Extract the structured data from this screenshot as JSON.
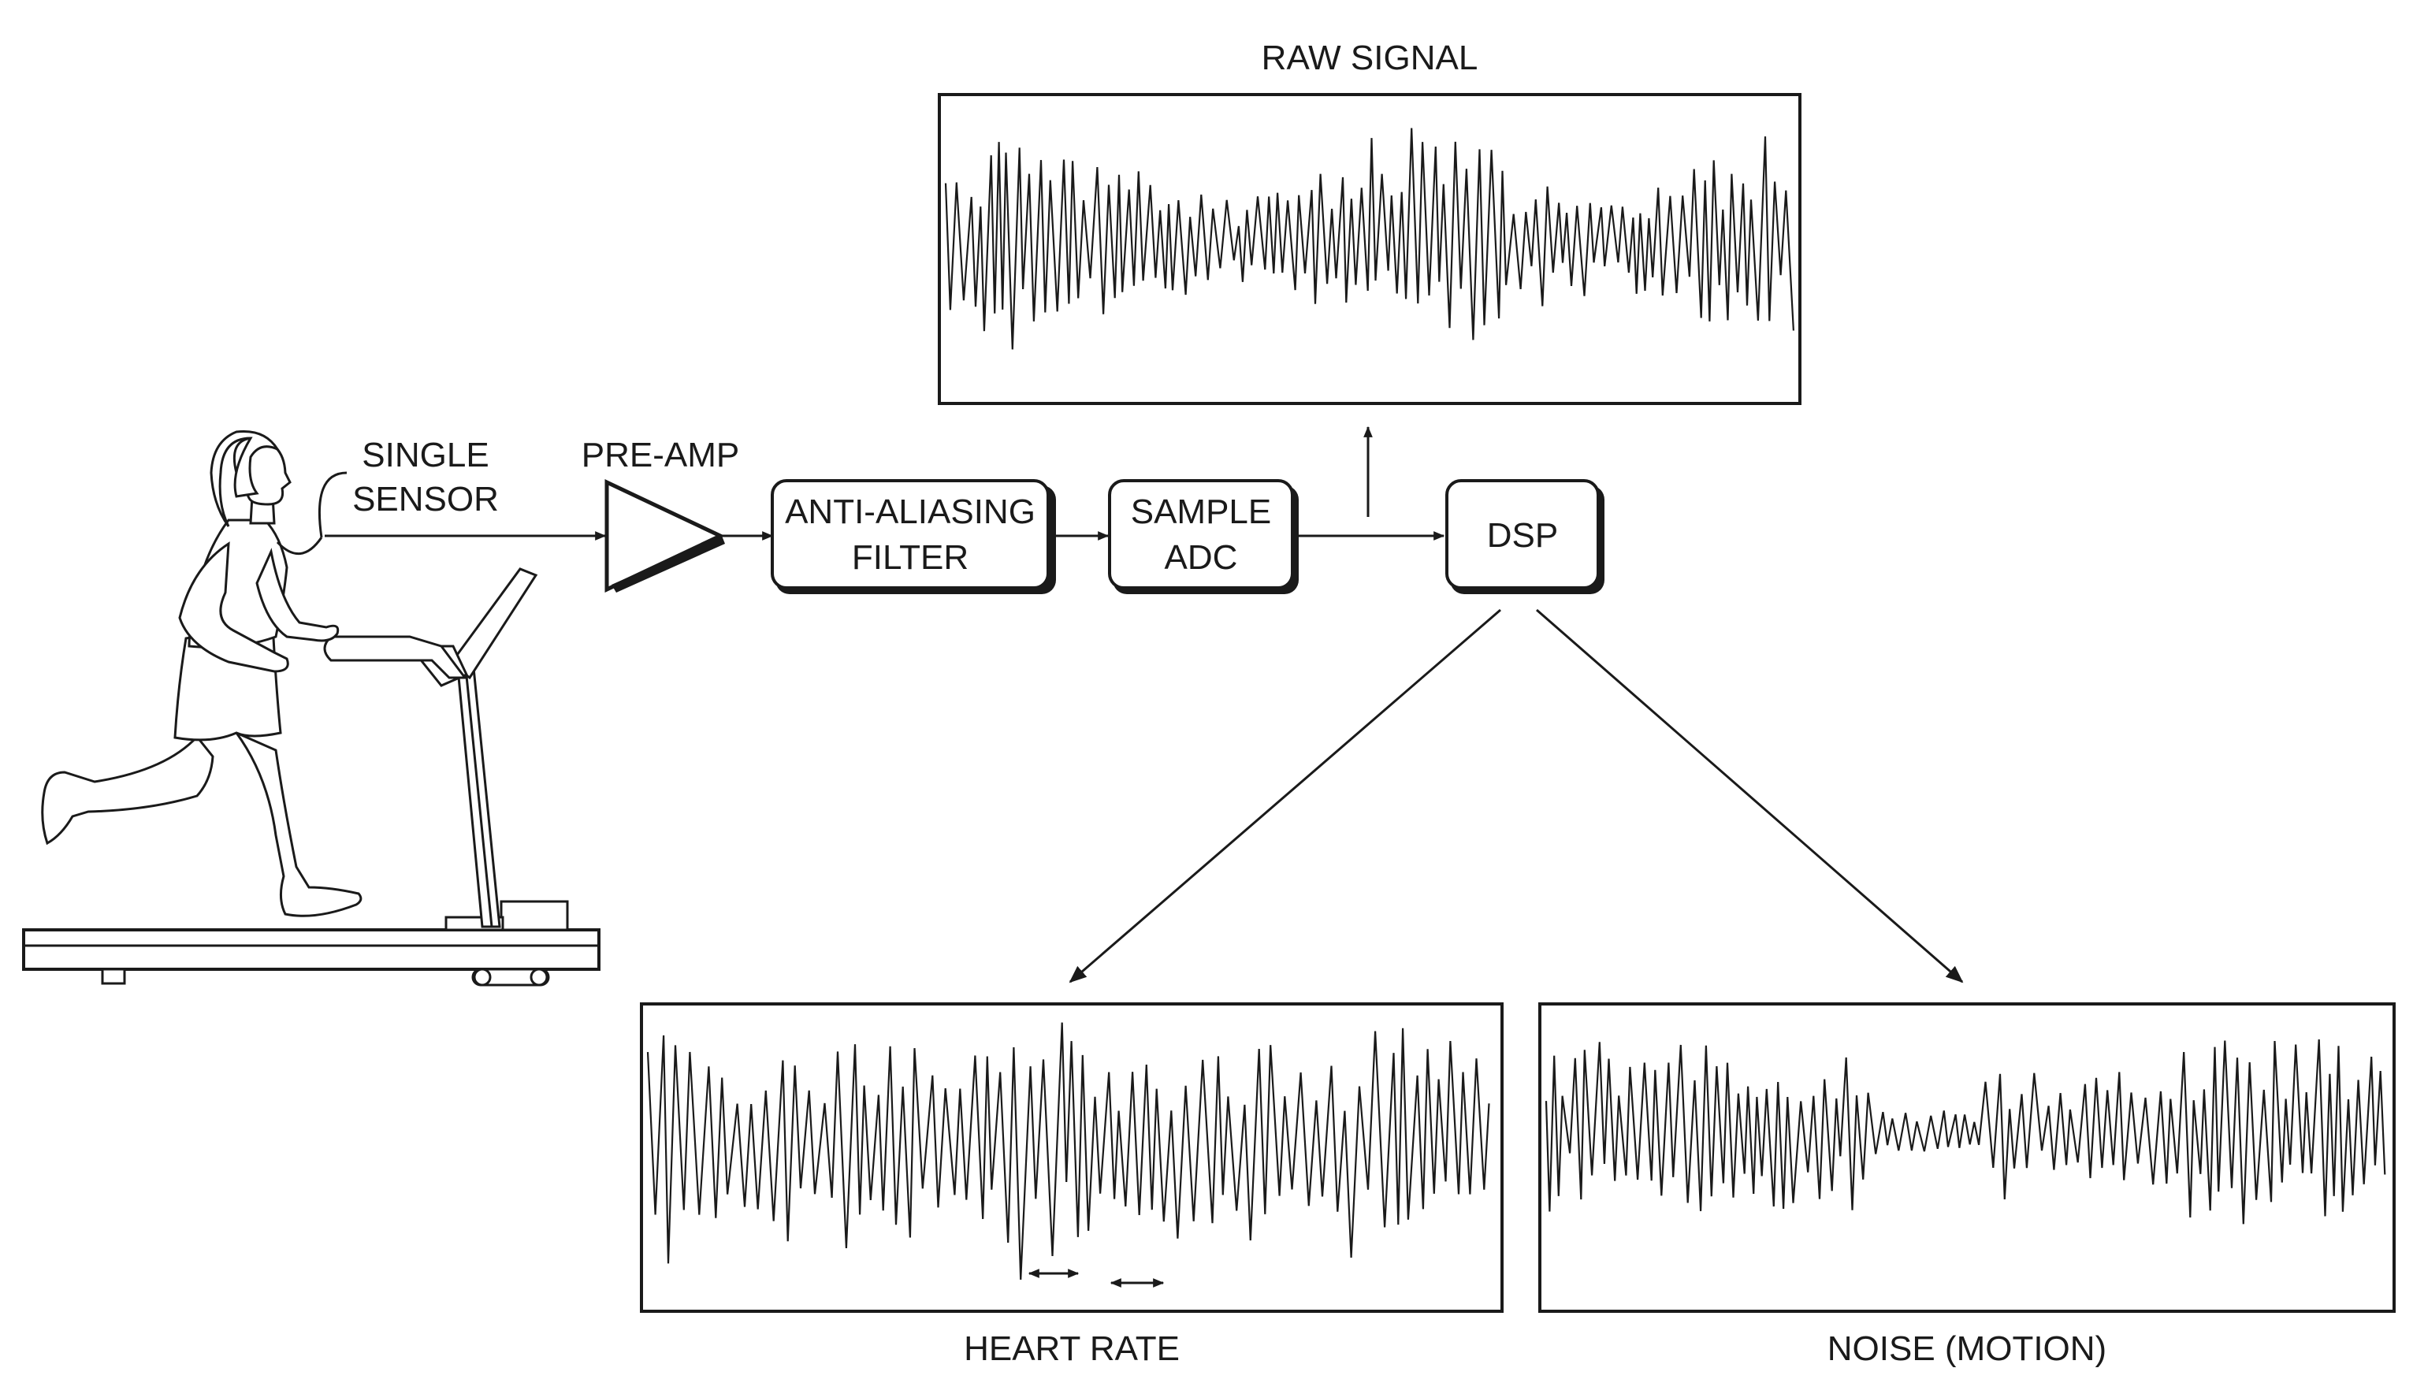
{
  "sensor_label": [
    "SINGLE",
    "SENSOR"
  ],
  "preamp_label": "PRE-AMP",
  "blocks": {
    "filter": [
      "ANTI-ALIASING",
      "FILTER"
    ],
    "adc": [
      "SAMPLE",
      "ADC"
    ],
    "dsp": "DSP"
  },
  "panels": {
    "raw": "RAW SIGNAL",
    "heart": "HEART RATE",
    "noise": "NOISE (MOTION)"
  }
}
